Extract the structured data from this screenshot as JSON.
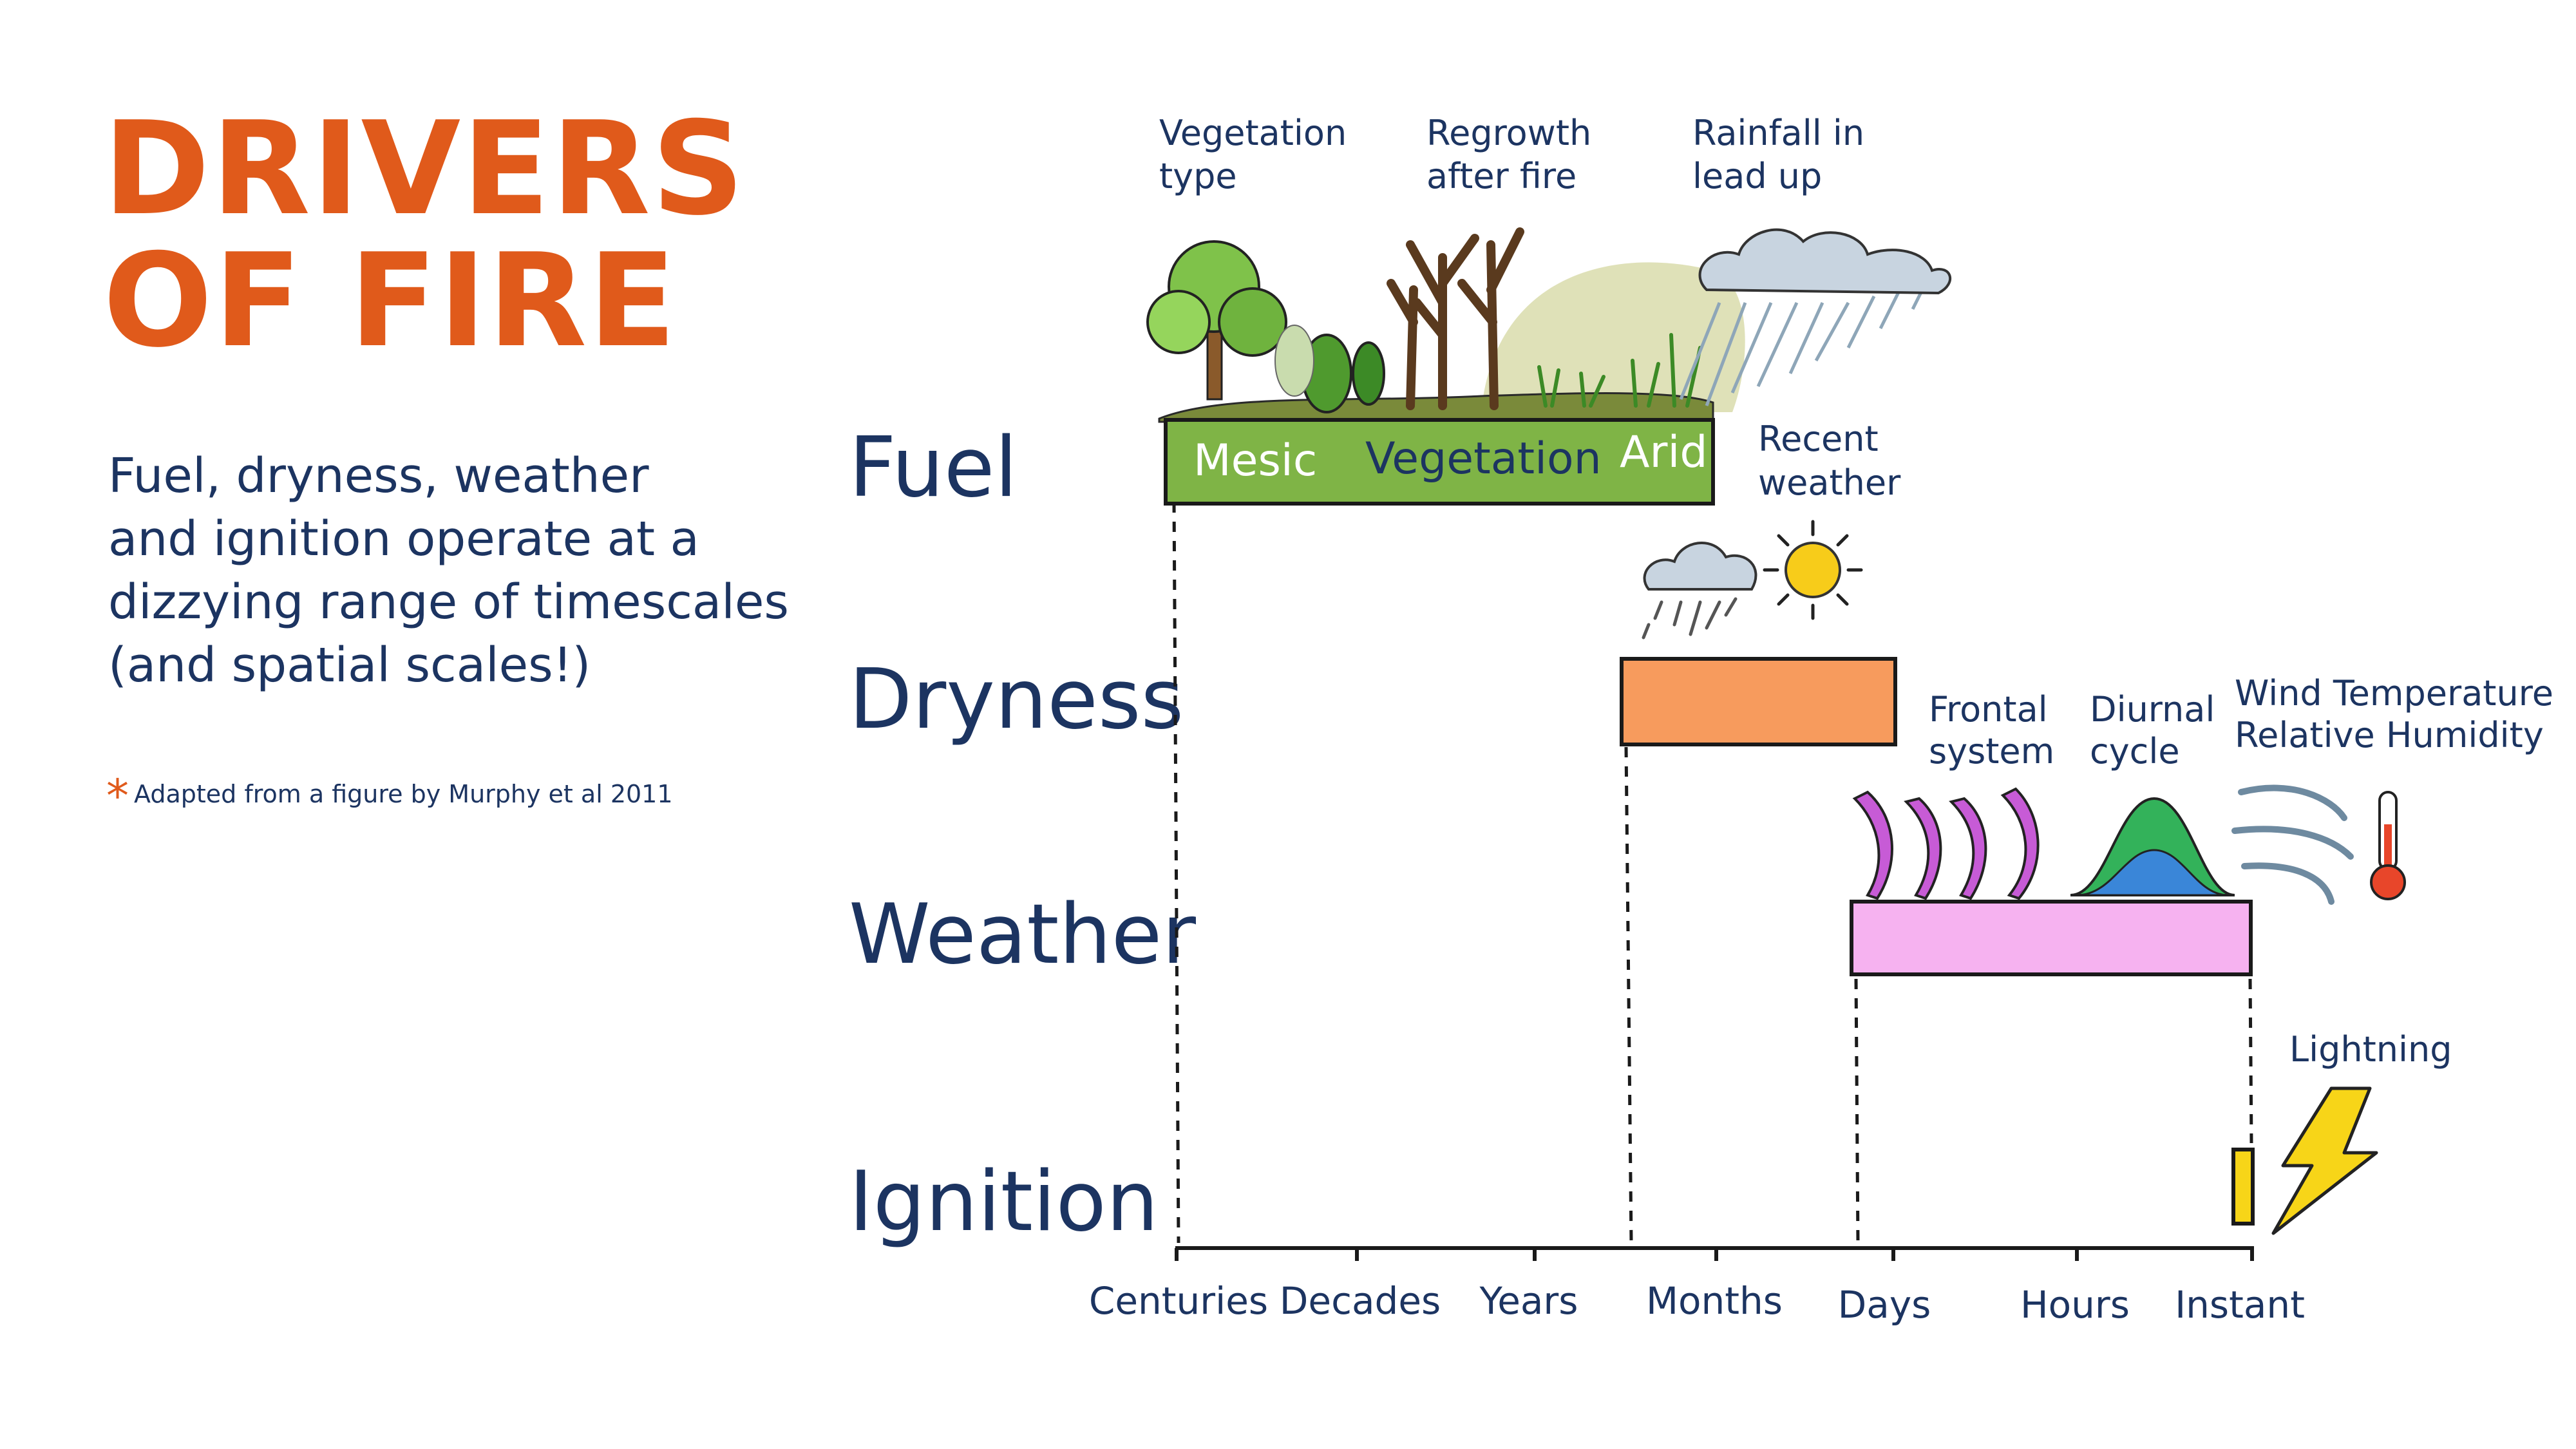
{
  "title": {
    "line1": "DRIVERS",
    "line2": "OF FIRE"
  },
  "subtitle": {
    "line1": "Fuel, dryness, weather",
    "line2": "and ignition operate at a",
    "line3": "dizzying range of timescales",
    "line4": "(and spatial scales!)"
  },
  "footnote": {
    "star": "*",
    "text": "Adapted from a figure by Murphy et al 2011"
  },
  "rows": {
    "fuel": "Fuel",
    "dryness": "Dryness",
    "weather": "Weather",
    "ignition": "Ignition"
  },
  "axis": {
    "ticks": [
      "Centuries",
      "Decades",
      "Years",
      "Months",
      "Days",
      "Hours",
      "Instant"
    ]
  },
  "fuel_bar": {
    "left": "Mesic",
    "middle": "Vegetation",
    "right": "Arid"
  },
  "annotations": {
    "vegetation_type": [
      "Vegetation",
      "type"
    ],
    "regrowth": [
      "Regrowth",
      "after fire"
    ],
    "rainfall": [
      "Rainfall in",
      "lead up"
    ],
    "recent_weather": [
      "Recent",
      "weather"
    ],
    "frontal": [
      "Frontal",
      "system"
    ],
    "diurnal": [
      "Diurnal",
      "cycle"
    ],
    "wind_temp_rh": [
      "Wind Temperature",
      "Relative Humidity"
    ],
    "lightning": "Lightning"
  },
  "colors": {
    "title": "#e05a1b",
    "text": "#1c3461",
    "fuel_bar": "#7fb446",
    "dryness_bar": "#f79b5d",
    "weather_bar": "#f6b2f0",
    "ignition_bar": "#f7d518"
  },
  "icons": [
    "tree-cluster-icon",
    "dead-trees-icon",
    "rain-cloud-icon",
    "sun-icon",
    "frontal-system-icon",
    "bell-curve-icon",
    "wind-icon",
    "thermometer-icon",
    "lightning-icon"
  ]
}
